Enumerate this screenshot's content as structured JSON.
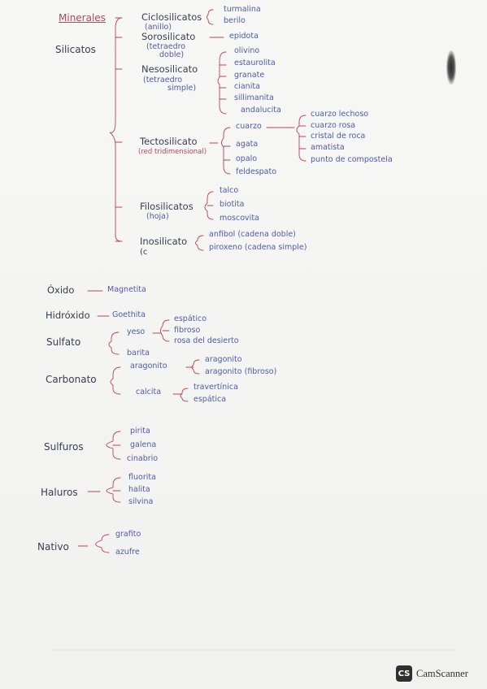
{
  "title": "Minerales",
  "silicatos": {
    "label": "Silicatos",
    "ciclo": {
      "name": "Ciclosilicatos",
      "note": "(anillo)",
      "items": [
        "turmalina",
        "berilo"
      ]
    },
    "soro": {
      "name": "Sorosilicato",
      "note1": "(tetraedro",
      "note2": "doble)",
      "items": [
        "epidota"
      ]
    },
    "neso": {
      "name": "Nesosilicato",
      "note1": "(tetraedro",
      "note2": "simple)",
      "items": [
        "olivino",
        "estaurolita",
        "granate",
        "cianita",
        "sillimanita",
        "andalucita"
      ]
    },
    "tecto": {
      "name": "Tectosilicato",
      "note": "(red tridimensional)",
      "items": [
        "cuarzo",
        "agata",
        "opalo",
        "feldespato"
      ],
      "cuarzo_items": [
        "cuarzo lechoso",
        "cuarzo rosa",
        "cristal de roca",
        "amatista",
        "punto de compostela"
      ]
    },
    "filo": {
      "name": "Filosilicatos",
      "note": "(hoja)",
      "items": [
        "talco",
        "biotita",
        "moscovita"
      ]
    },
    "ino": {
      "name": "Inosilicato",
      "note": "(c",
      "items": [
        "anfibol (cadena doble)",
        "piroxeno (cadena simple)"
      ]
    }
  },
  "oxido": {
    "label": "Óxido",
    "items": [
      "Magnetita"
    ]
  },
  "hidroxido": {
    "label": "Hidróxido",
    "items": [
      "Goethita"
    ]
  },
  "sulfato": {
    "label": "Sulfato",
    "items": [
      "yeso",
      "baritа"
    ],
    "yeso_items": [
      "espático",
      "fibroso",
      "rosa del desierto"
    ]
  },
  "carbonato": {
    "label": "Carbonato",
    "items": [
      "aragonito",
      "calcita"
    ],
    "aragonito_items": [
      "aragonito",
      "aragonito (fibroso)"
    ],
    "calcita_items": [
      "travertínica",
      "espática"
    ]
  },
  "sulfuros": {
    "label": "Sulfuros",
    "items": [
      "pirita",
      "galena",
      "cinabrio"
    ]
  },
  "haluros": {
    "label": "Haluros",
    "items": [
      "fluorita",
      "halita",
      "silvina"
    ]
  },
  "nativo": {
    "label": "Nativo",
    "items": [
      "grafito",
      "azufre"
    ]
  },
  "watermark": {
    "brand_initials": "CS",
    "brand": "CamScanner"
  },
  "colors": {
    "ink_dark": "#3a3d52",
    "ink_blue": "#4f5aa8",
    "ink_red": "#b8455a",
    "paper": "#f4f4f2"
  }
}
